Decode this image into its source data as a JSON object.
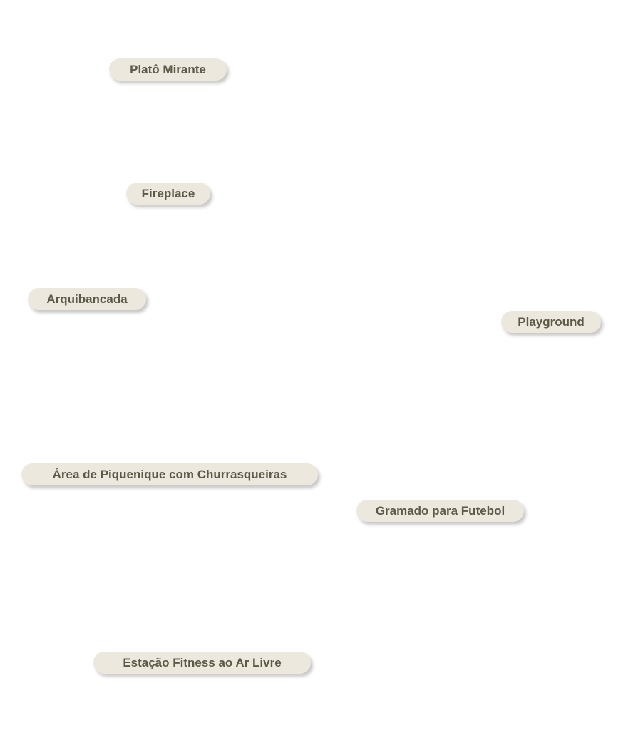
{
  "labels": {
    "plato_mirante": "Platô Mirante",
    "fireplace": "Fireplace",
    "arquibancada": "Arquibancada",
    "playground": "Playground",
    "area_piquenique": "Área de Piquenique com Churrasqueiras",
    "gramado_futebol": "Gramado para Futebol",
    "estacao_fitness": "Estação Fitness ao Ar Livre"
  },
  "colors": {
    "pill_bg": "#ece8dd",
    "text": "#5b5a47"
  }
}
